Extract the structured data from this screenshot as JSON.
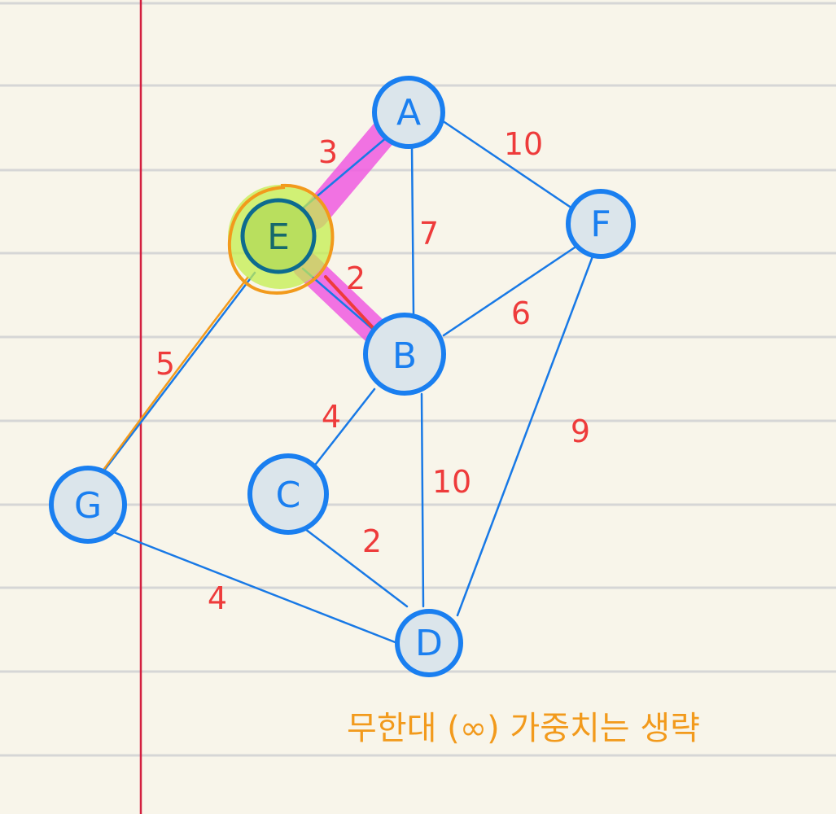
{
  "graph": {
    "nodes": [
      {
        "id": "A",
        "label": "A"
      },
      {
        "id": "E",
        "label": "E"
      },
      {
        "id": "F",
        "label": "F"
      },
      {
        "id": "B",
        "label": "B"
      },
      {
        "id": "C",
        "label": "C"
      },
      {
        "id": "G",
        "label": "G"
      },
      {
        "id": "D",
        "label": "D"
      }
    ],
    "edges": [
      {
        "from": "A",
        "to": "E",
        "weight": "3",
        "highlighted": true
      },
      {
        "from": "A",
        "to": "F",
        "weight": "10",
        "highlighted": false
      },
      {
        "from": "A",
        "to": "B",
        "weight": "7",
        "highlighted": false
      },
      {
        "from": "E",
        "to": "B",
        "weight": "2",
        "highlighted": true
      },
      {
        "from": "E",
        "to": "G",
        "weight": "5",
        "highlighted": false
      },
      {
        "from": "B",
        "to": "F",
        "weight": "6",
        "highlighted": false
      },
      {
        "from": "F",
        "to": "D",
        "weight": "9",
        "highlighted": false
      },
      {
        "from": "B",
        "to": "C",
        "weight": "4",
        "highlighted": false
      },
      {
        "from": "B",
        "to": "D",
        "weight": "10",
        "highlighted": false
      },
      {
        "from": "C",
        "to": "D",
        "weight": "2",
        "highlighted": false
      },
      {
        "from": "G",
        "to": "D",
        "weight": "4",
        "highlighted": false
      }
    ],
    "start_node": "E"
  },
  "note": "무한대 (∞) 가중치는 생략",
  "colors": {
    "paper": "#f8f5ea",
    "rule_lines": "#d6d6d6",
    "margin_line": "#d31f3f",
    "node_stroke": "#1a7ff0",
    "node_fill": "#dbe5eb",
    "edge": "#1879e6",
    "weight_text": "#ee3b3b",
    "highlight_path": "#f05ae0",
    "start_node_highlight": "#c4ee4e",
    "start_node_circle": "#f29a1c",
    "note_text": "#f29a1c"
  }
}
